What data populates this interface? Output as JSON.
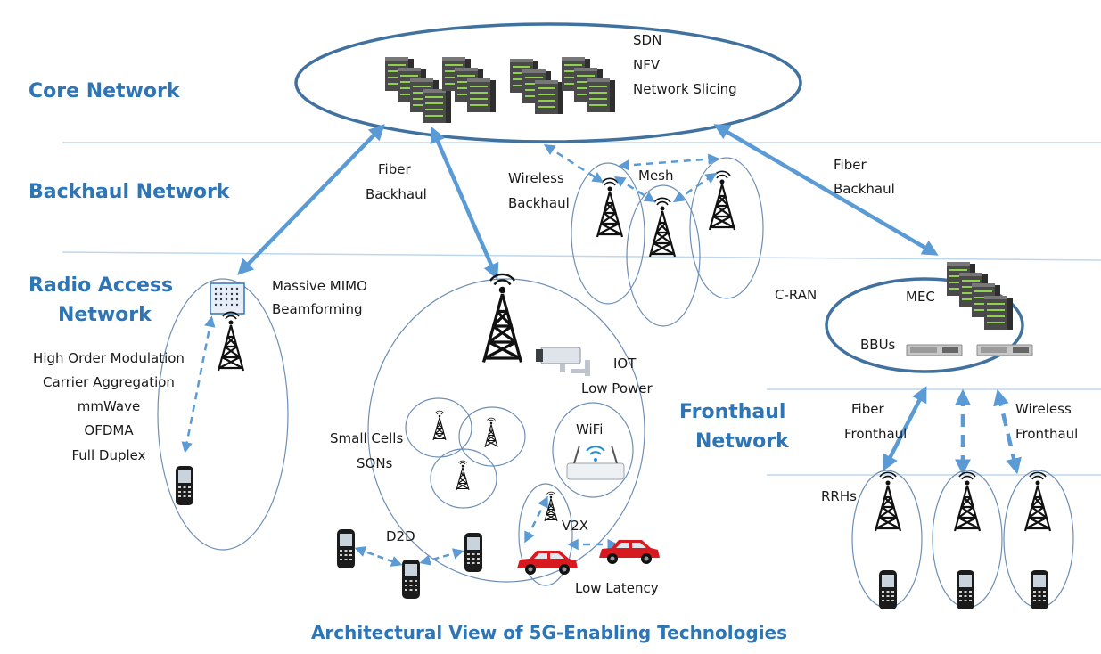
{
  "colors": {
    "accent": "#5b9bd5",
    "title": "#2e75b6",
    "layer_line": "#bdd7ee",
    "ellipse": "#6d8fb5",
    "core_ellipse": "#41729f",
    "car": "#d71920"
  },
  "layers": {
    "core": "Core Network",
    "backhaul": "Backhaul Network",
    "ran_line1": "Radio Access",
    "ran_line2": "Network",
    "fronthaul_line1": "Fronthaul",
    "fronthaul_line2": "Network"
  },
  "core_features": [
    "SDN",
    "NFV",
    "Network Slicing"
  ],
  "links": {
    "fiber_backhaul_left": [
      "Fiber",
      "Backhaul"
    ],
    "fiber_backhaul_right": [
      "Fiber",
      "Backhaul"
    ],
    "wireless_backhaul": [
      "Wireless",
      "Backhaul"
    ],
    "mesh": "Mesh",
    "fiber_fronthaul": [
      "Fiber",
      "Fronthaul"
    ],
    "wireless_fronthaul": [
      "Wireless",
      "Fronthaul"
    ]
  },
  "ran": {
    "mimo": [
      "Massive MIMO",
      "Beamforming"
    ],
    "techniques": [
      "High Order Modulation",
      "Carrier Aggregation",
      "mmWave",
      "OFDMA",
      "Full Duplex"
    ]
  },
  "cell": {
    "iot": [
      "IOT",
      "Low Power"
    ],
    "small_cells": [
      "Small Cells",
      "SONs"
    ],
    "wifi": "WiFi",
    "d2d": "D2D",
    "v2x": "V2X",
    "low_latency": "Low Latency"
  },
  "cran": {
    "label": "C-RAN",
    "mec": "MEC",
    "bbus": "BBUs",
    "rrhs": "RRHs"
  },
  "caption": "Architectural View of 5G-Enabling Technologies",
  "icons": [
    "server-rack-icon",
    "cell-tower-icon",
    "antenna-array-icon",
    "mobile-phone-icon",
    "security-camera-icon",
    "wifi-router-icon",
    "car-icon",
    "rack-unit-server-icon"
  ]
}
